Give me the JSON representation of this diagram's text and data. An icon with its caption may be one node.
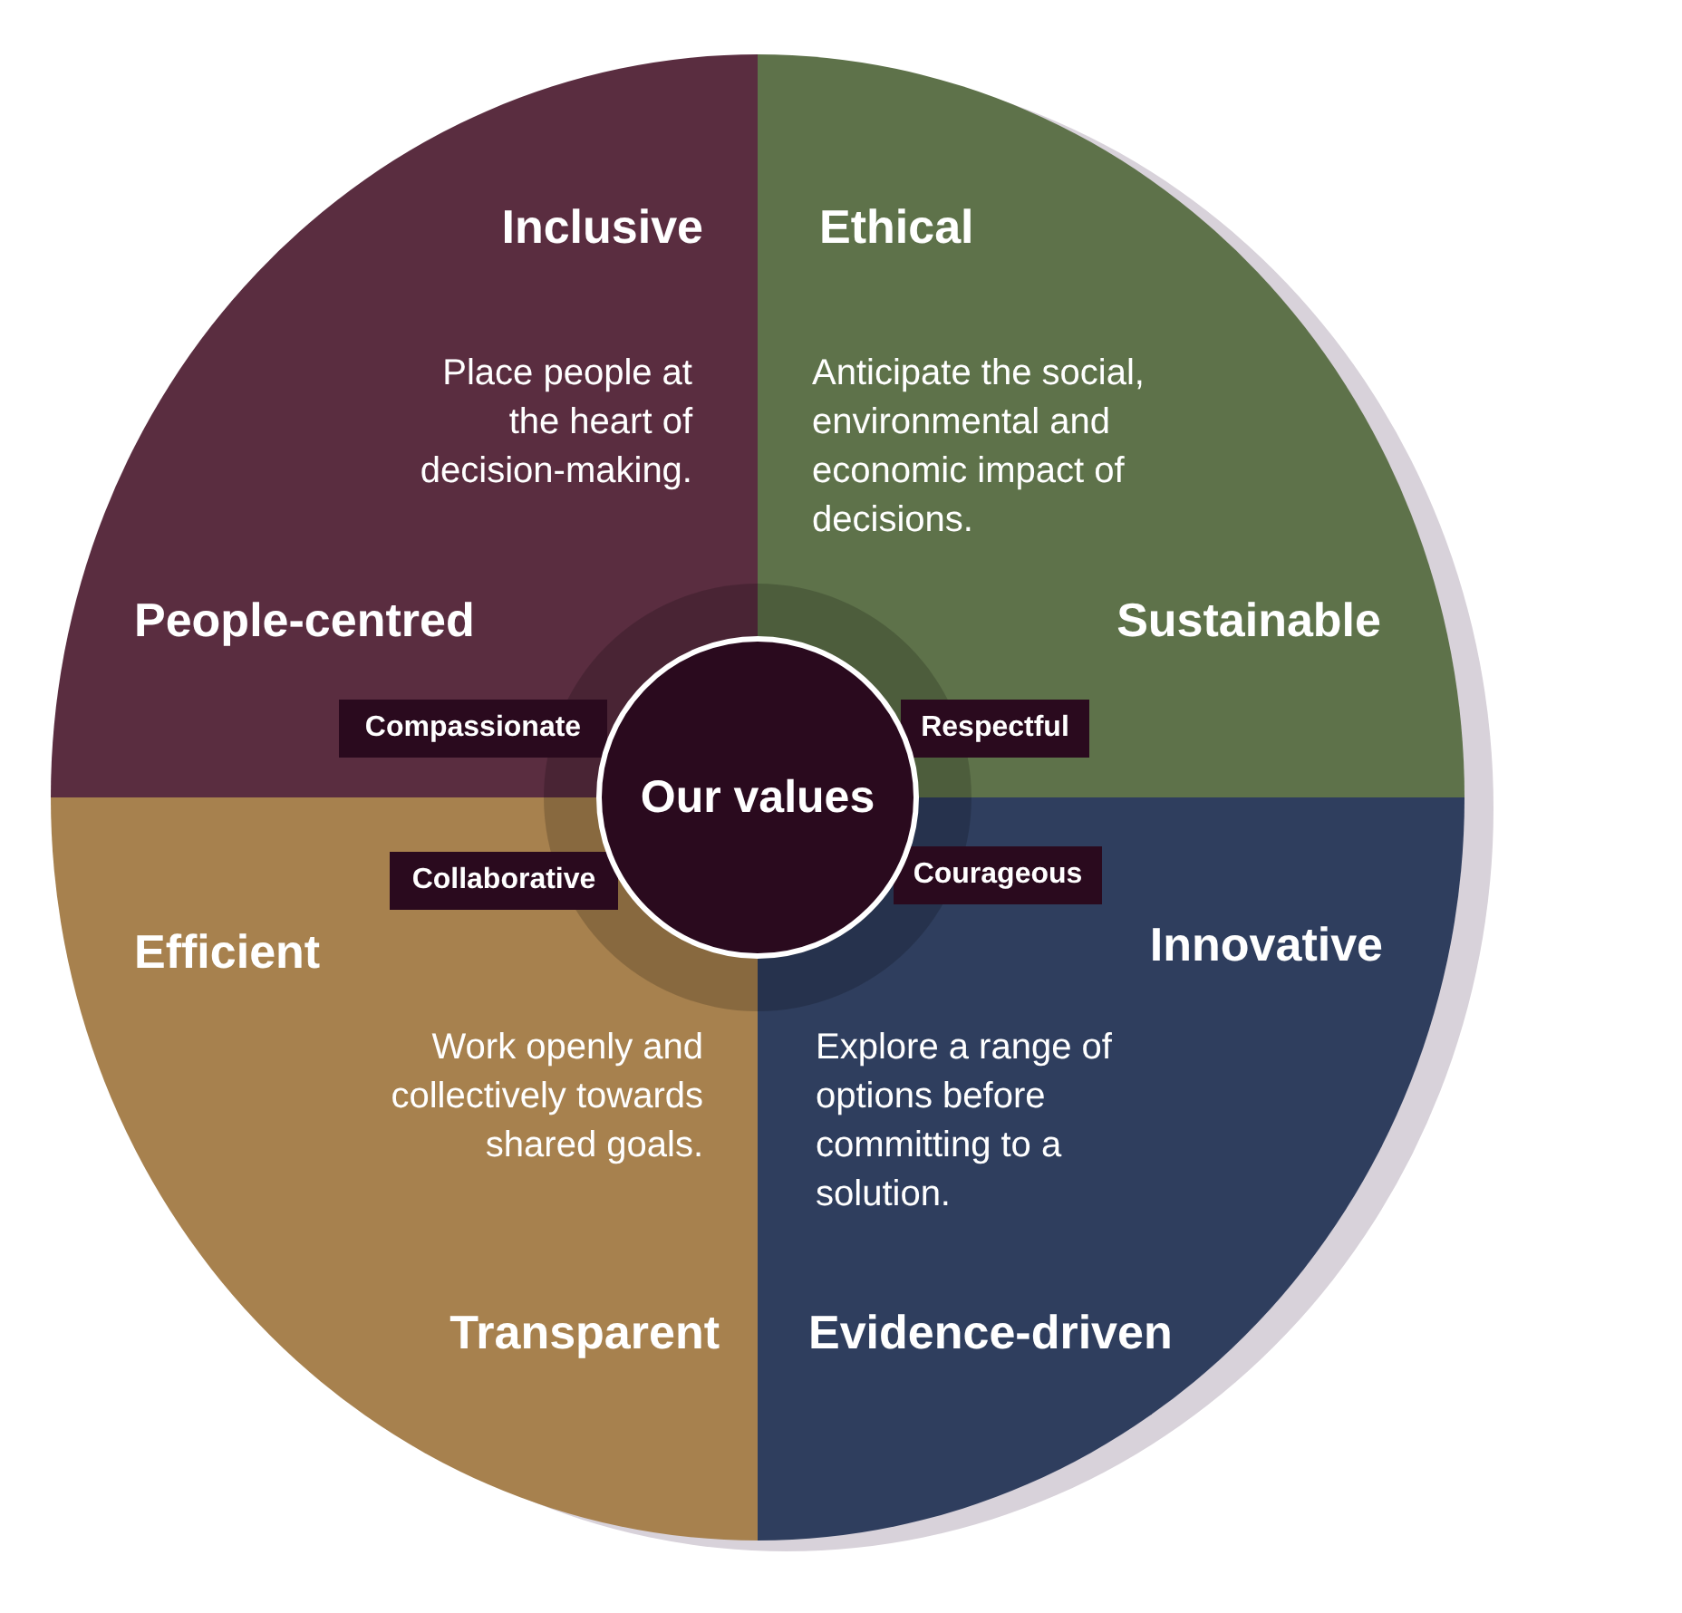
{
  "diagram": {
    "nodes": [
      {
        "text": [
          "Inclusive",
          "Place people at the heart of decision-making.",
          "People-centred"
        ]
      },
      {
        "text": [
          "Ethical",
          "Anticipate the social, environmental and economic impact of decisions.",
          "Sustainable"
        ]
      },
      {
        "text": [
          "Efficient",
          "Work openly and collectively towards shared goals.",
          "Transparent"
        ]
      },
      {
        "text": [
          "Innovative",
          "Explore a range of options before committing to a solution.",
          "Evidence-driven"
        ]
      },
      {
        "text": [
          "Our values"
        ]
      },
      {
        "text": [
          "Compassionate"
        ],
        "in": 0
      },
      {
        "text": [
          "Respectful"
        ],
        "in": 1
      },
      {
        "text": [
          "Collaborative"
        ],
        "in": 2
      },
      {
        "text": [
          "Courageous"
        ],
        "in": 3
      }
    ],
    "edges": []
  }
}
